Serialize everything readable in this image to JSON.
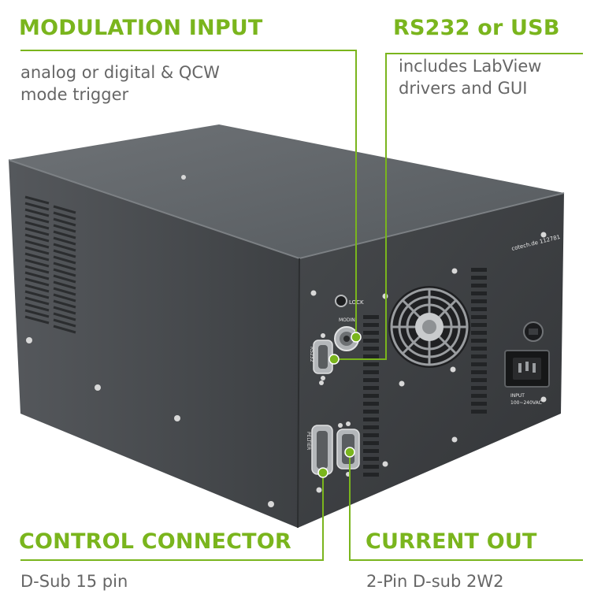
{
  "callouts": {
    "modulation": {
      "title": "MODULATION INPUT",
      "lines": [
        "analog or digital & QCW",
        "mode trigger"
      ]
    },
    "rs232": {
      "title": "RS232 or USB",
      "lines": [
        "includes LabView",
        "drivers and GUI"
      ]
    },
    "control": {
      "title": "CONTROL CONNECTOR",
      "lines": [
        "D-Sub 15 pin"
      ]
    },
    "current": {
      "title": "CURRENT OUT",
      "lines": [
        "2-Pin D-sub 2W2"
      ]
    }
  },
  "panel_labels": {
    "brand": "cotech.de 112781",
    "lock": "LOCK",
    "modin": "MODIN",
    "rs232": "RS232",
    "peltier": "PELTIER",
    "input_title": "INPUT",
    "input_rating": "100~240VAC"
  },
  "colors": {
    "accent": "#7ab51d",
    "text_gray": "#666666",
    "housing": "#4a4d50",
    "panel": "#3c3f42"
  }
}
